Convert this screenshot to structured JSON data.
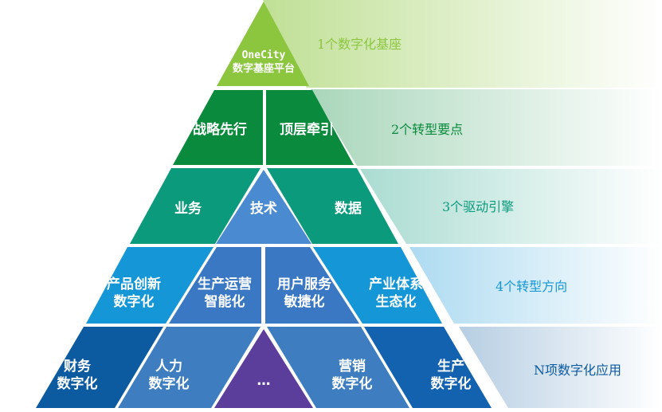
{
  "colors": {
    "top": "#8cc63f",
    "row2": "#0a8a3c",
    "row3": "#0c9a7c",
    "row3_center": "#4a8ad0",
    "row4": "#1596d6",
    "row4_center": "#3a78c4",
    "row5_dark": "#0c5aa0",
    "row5_mid": "#3e7ec0",
    "row5_center": "#5b3e9c",
    "row5_right": "#1262b0"
  },
  "pyramid": {
    "top": {
      "line1": "OneCity",
      "line2": "数字基座平台"
    },
    "row2": {
      "left": "战略先行",
      "right": "顶层牵引"
    },
    "row3": {
      "left": "业务",
      "center": "技术",
      "right": "数据"
    },
    "row4": {
      "c1": {
        "line1": "产品创新",
        "line2": "数字化"
      },
      "c2": {
        "line1": "生产运营",
        "line2": "智能化"
      },
      "c3": {
        "line1": "用户服务",
        "line2": "敏捷化"
      },
      "c4": {
        "line1": "产业体系",
        "line2": "生态化"
      }
    },
    "row5": {
      "c1": {
        "line1": "财务",
        "line2": "数字化"
      },
      "c2": {
        "line1": "人力",
        "line2": "数字化"
      },
      "center": "…",
      "c4": {
        "line1": "营销",
        "line2": "数字化"
      },
      "c5": {
        "line1": "生产",
        "line2": "数字化"
      }
    }
  },
  "captions": {
    "level1": {
      "text": "1个数字化基座",
      "color": "#8cc63f"
    },
    "level2": {
      "text": "2个转型要点",
      "color": "#0a8a3c"
    },
    "level3": {
      "text": "3个驱动引擎",
      "color": "#0c9a7c"
    },
    "level4": {
      "text": "4个转型方向",
      "color": "#1596d6"
    },
    "level5": {
      "text": "N项数字化应用",
      "color": "#0c5aa0"
    }
  }
}
